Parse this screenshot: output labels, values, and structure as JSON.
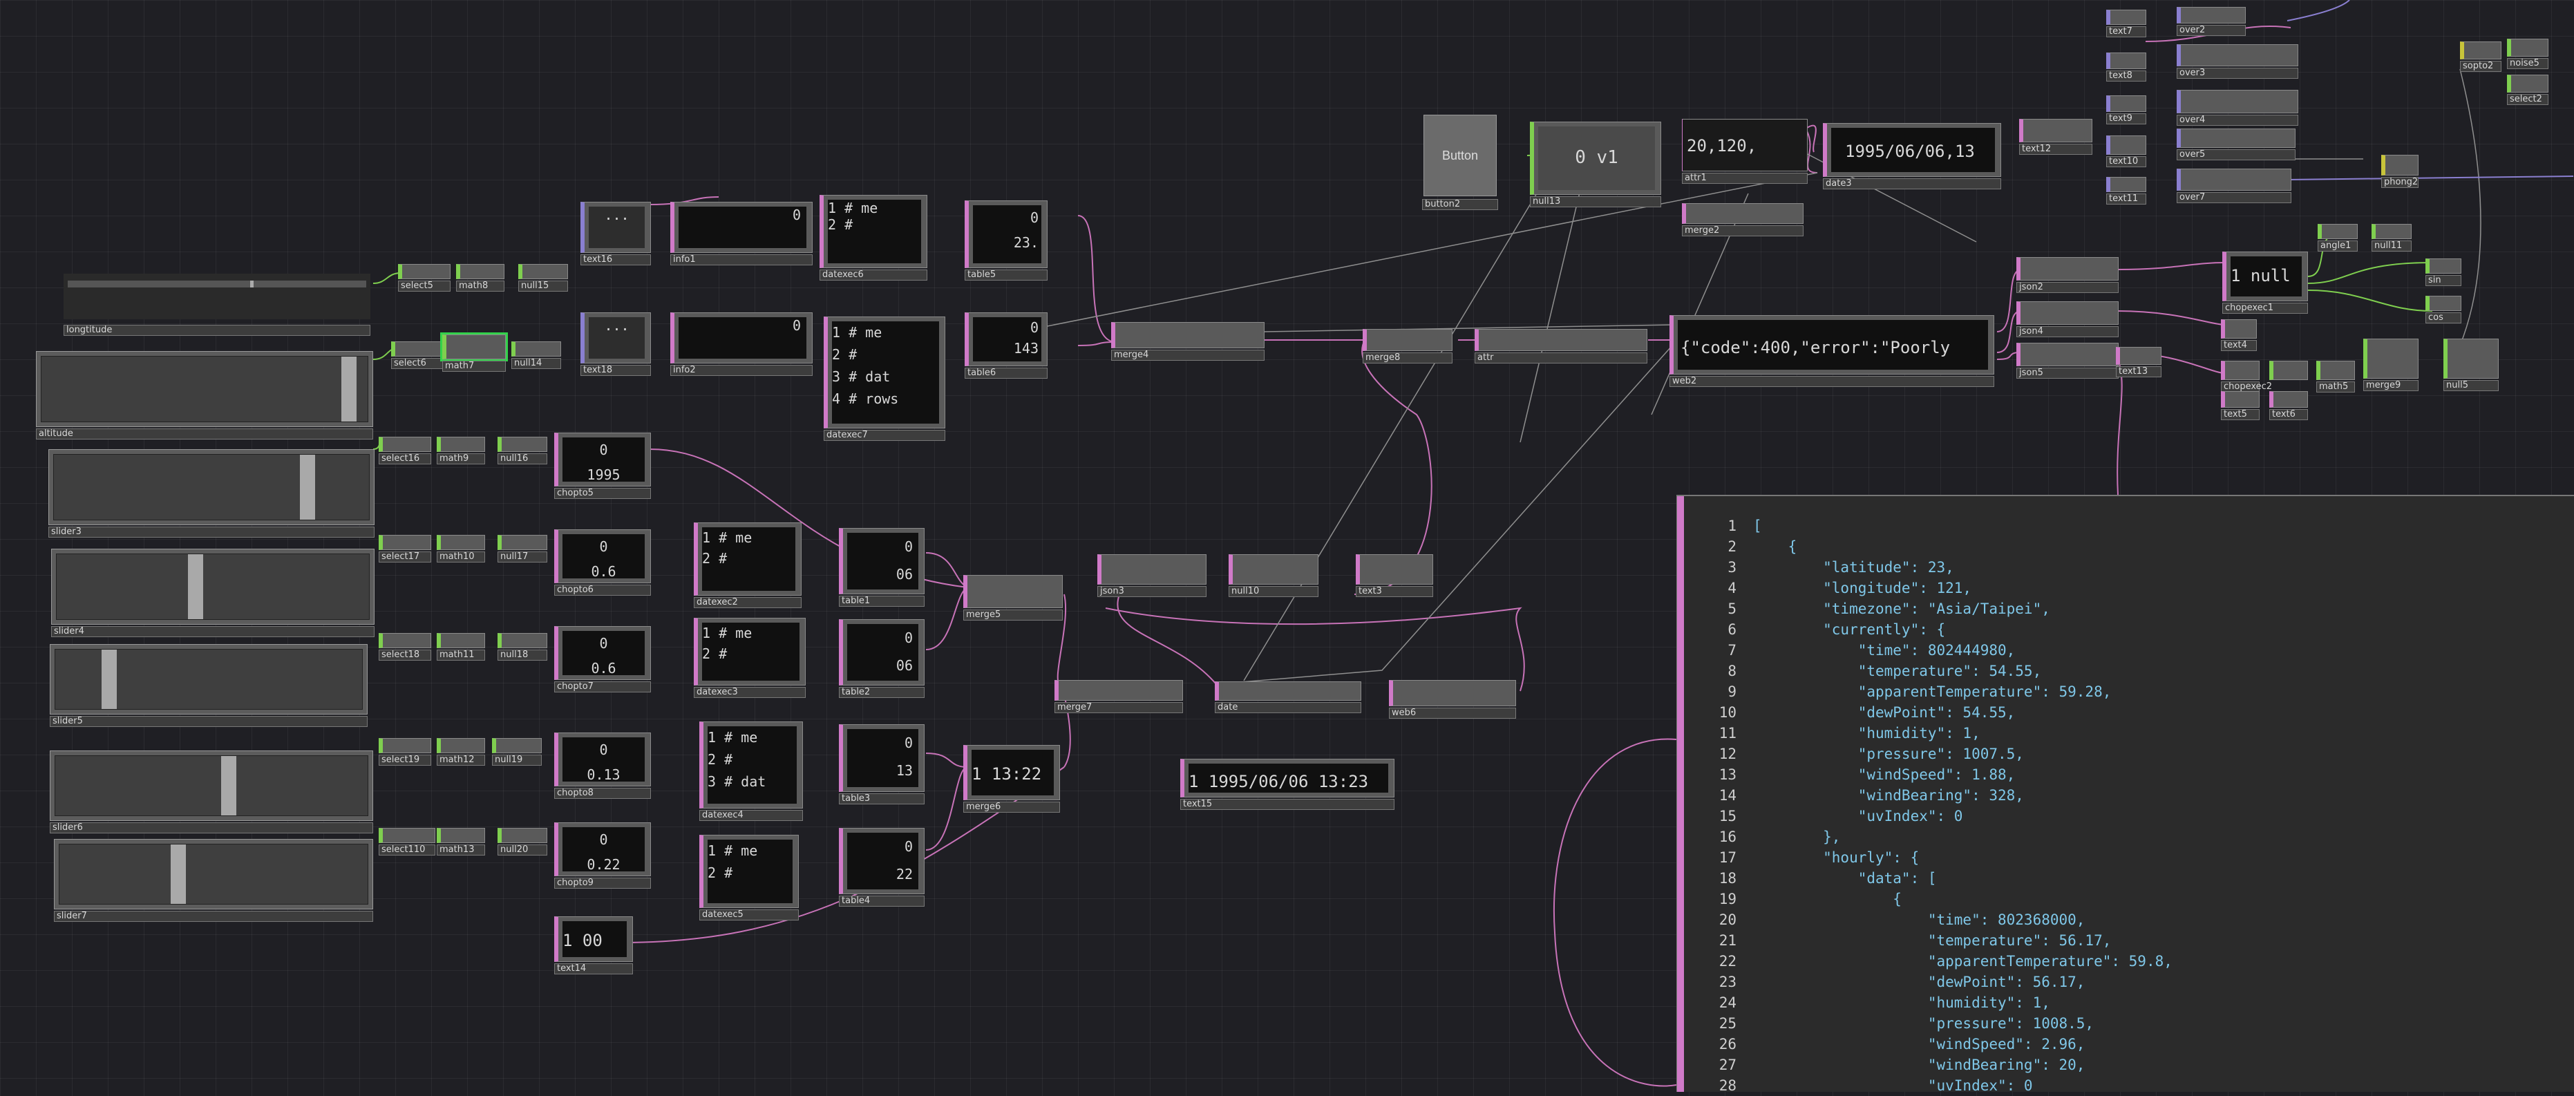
{
  "colors": {
    "background": "#1f1f24",
    "dat_accent": "#d07ac8",
    "chop_accent": "#7fcf4f",
    "top_accent": "#8a7fd0",
    "selected_outline": "#33d24b",
    "code_text": "#7fc7e8"
  },
  "nodes": {
    "longtitude": {
      "label": "longtitude",
      "value": 0.62
    },
    "altitude": {
      "label": "altitude",
      "value": 0.92
    },
    "slider3": {
      "label": "slider3",
      "value": 0.78
    },
    "slider4": {
      "label": "slider4",
      "value": 0.42
    },
    "slider5": {
      "label": "slider5",
      "value": 0.15
    },
    "slider6": {
      "label": "slider6",
      "value": 0.53
    },
    "slider7": {
      "label": "slider7",
      "value": 0.36
    },
    "select5": {
      "label": "select5"
    },
    "math8": {
      "label": "math8"
    },
    "null15": {
      "label": "null15"
    },
    "select6": {
      "label": "select6"
    },
    "math7": {
      "label": "math7"
    },
    "null14": {
      "label": "null14"
    },
    "select16": {
      "label": "select16"
    },
    "math9": {
      "label": "math9"
    },
    "null16": {
      "label": "null16"
    },
    "select17": {
      "label": "select17"
    },
    "math10": {
      "label": "math10"
    },
    "null17": {
      "label": "null17"
    },
    "select18": {
      "label": "select18"
    },
    "math11": {
      "label": "math11"
    },
    "null18": {
      "label": "null18"
    },
    "select19": {
      "label": "select19"
    },
    "math12": {
      "label": "math12"
    },
    "null19": {
      "label": "null19"
    },
    "select110": {
      "label": "select110"
    },
    "math13": {
      "label": "math13"
    },
    "null20": {
      "label": "null20"
    },
    "text16": {
      "label": "text16",
      "content": "..."
    },
    "text18": {
      "label": "text18",
      "content": "..."
    },
    "info1": {
      "label": "info1",
      "content": "0"
    },
    "info2": {
      "label": "info2",
      "content": "0"
    },
    "datexec6": {
      "label": "datexec6",
      "content": "1 # me\n2 #"
    },
    "datexec7": {
      "label": "datexec7",
      "content": "1 # me\n2 #\n3 # dat\n4 # rows"
    },
    "table5": {
      "label": "table5",
      "content": "0\n23."
    },
    "table6": {
      "label": "table6",
      "content": "0\n143"
    },
    "merge4": {
      "label": "merge4"
    },
    "merge8": {
      "label": "merge8"
    },
    "attr": {
      "label": "attr"
    },
    "web2": {
      "label": "web2",
      "content": "{\"code\":400,\"error\":\"Poorly"
    },
    "button2": {
      "label": "button2",
      "face": "Button"
    },
    "null13": {
      "label": "null13",
      "content": "0 v1"
    },
    "attr1": {
      "label": "attr1",
      "content": "20,120,"
    },
    "date3": {
      "label": "date3",
      "content": "1995/06/06,13"
    },
    "merge2": {
      "label": "merge2"
    },
    "text12": {
      "label": "text12"
    },
    "chopto5": {
      "label": "chopto5",
      "content": "0\n1995"
    },
    "chopto6": {
      "label": "chopto6",
      "content": "0\n0.6"
    },
    "chopto7": {
      "label": "chopto7",
      "content": "0\n0.6"
    },
    "chopto8": {
      "label": "chopto8",
      "content": "0\n0.13"
    },
    "chopto9": {
      "label": "chopto9",
      "content": "0\n0.22"
    },
    "datexec2": {
      "label": "datexec2",
      "content": "1 # me\n2 #"
    },
    "datexec3": {
      "label": "datexec3",
      "content": "1 # me\n2 #"
    },
    "datexec4": {
      "label": "datexec4",
      "content": "1 # me\n2 #\n3 # dat"
    },
    "datexec5": {
      "label": "datexec5",
      "content": "1 # me\n2 #"
    },
    "table1": {
      "label": "table1",
      "content": "0\n06"
    },
    "table2": {
      "label": "table2",
      "content": "0\n06"
    },
    "table3": {
      "label": "table3",
      "content": "0\n13"
    },
    "table4": {
      "label": "table4",
      "content": "0\n22"
    },
    "merge5": {
      "label": "merge5"
    },
    "merge6": {
      "label": "merge6",
      "content": "1 13:22"
    },
    "text14": {
      "label": "text14",
      "content": "1 00"
    },
    "json3": {
      "label": "json3"
    },
    "null10": {
      "label": "null10"
    },
    "text3": {
      "label": "text3"
    },
    "merge7": {
      "label": "merge7"
    },
    "date": {
      "label": "date"
    },
    "web6": {
      "label": "web6"
    },
    "text15": {
      "label": "text15",
      "content": "1 1995/06/06 13:23"
    },
    "json2": {
      "label": "json2"
    },
    "json4": {
      "label": "json4"
    },
    "json5": {
      "label": "json5"
    },
    "text13": {
      "label": "text13"
    },
    "chopexec1": {
      "label": "chopexec1",
      "content": "1 null"
    },
    "text4": {
      "label": "text4"
    },
    "choprename": {
      "label": "chopexec2"
    },
    "text5": {
      "label": "text5"
    },
    "text6": {
      "label": "text6"
    },
    "angle1": {
      "label": "angle1"
    },
    "null11": {
      "label": "null11"
    },
    "sin": {
      "label": "sin"
    },
    "cos": {
      "label": "cos"
    },
    "math5": {
      "label": "math5"
    },
    "merge9": {
      "label": "merge9"
    },
    "null5": {
      "label": "null5"
    },
    "text7": {
      "label": "text7"
    },
    "text8": {
      "label": "text8"
    },
    "text9": {
      "label": "text9"
    },
    "text10": {
      "label": "text10"
    },
    "text11": {
      "label": "text11"
    },
    "over2": {
      "label": "over2"
    },
    "over3": {
      "label": "over3"
    },
    "over4": {
      "label": "over4"
    },
    "over5": {
      "label": "over5"
    },
    "over7": {
      "label": "over7"
    },
    "phong2": {
      "label": "phong2"
    },
    "sopto2": {
      "label": "sopto2"
    },
    "noise5": {
      "label": "noise5"
    },
    "select2": {
      "label": "select2"
    }
  },
  "json_viewer": {
    "lines": [
      "[",
      "    {",
      "        \"latitude\": 23,",
      "        \"longitude\": 121,",
      "        \"timezone\": \"Asia/Taipei\",",
      "        \"currently\": {",
      "            \"time\": 802444980,",
      "            \"temperature\": 54.55,",
      "            \"apparentTemperature\": 59.28,",
      "            \"dewPoint\": 54.55,",
      "            \"humidity\": 1,",
      "            \"pressure\": 1007.5,",
      "            \"windSpeed\": 1.88,",
      "            \"windBearing\": 328,",
      "            \"uvIndex\": 0",
      "        },",
      "        \"hourly\": {",
      "            \"data\": [",
      "                {",
      "                    \"time\": 802368000,",
      "                    \"temperature\": 56.17,",
      "                    \"apparentTemperature\": 59.8,",
      "                    \"dewPoint\": 56.17,",
      "                    \"humidity\": 1,",
      "                    \"pressure\": 1008.5,",
      "                    \"windSpeed\": 2.96,",
      "                    \"windBearing\": 20,",
      "                    \"uvIndex\": 0"
    ]
  }
}
